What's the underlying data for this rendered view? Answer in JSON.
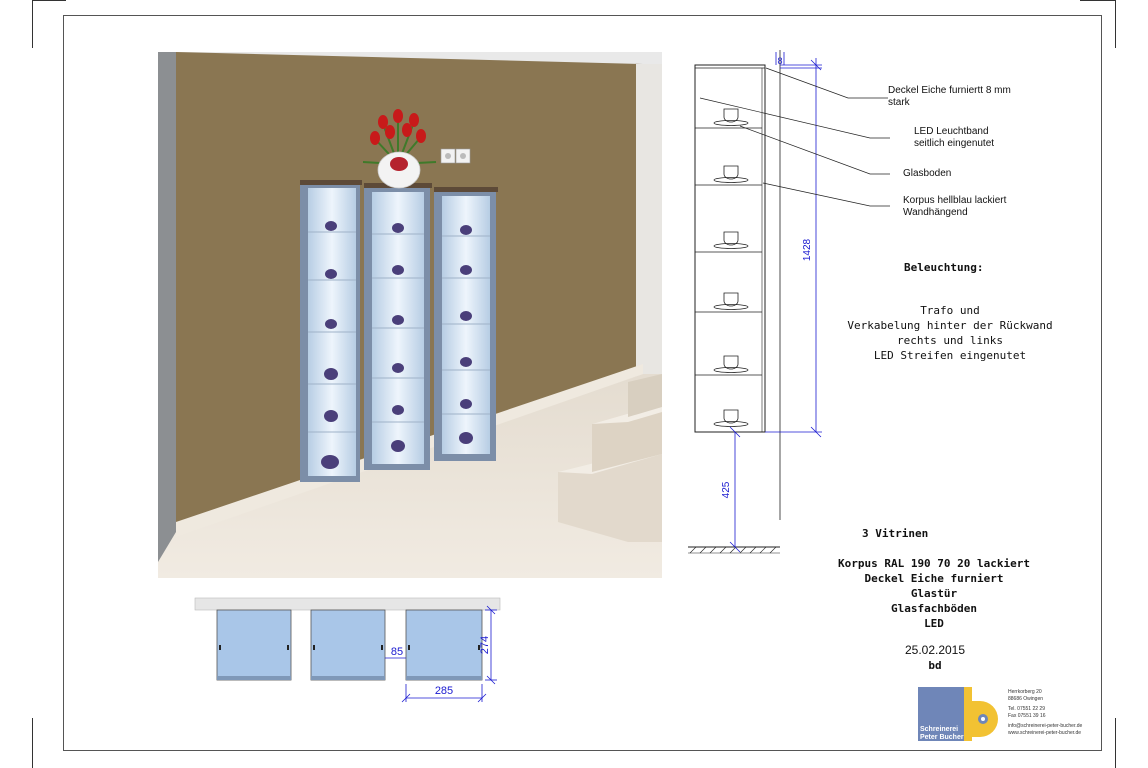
{
  "callouts": {
    "deckel_line1": "Deckel Eiche furniertt 8 mm",
    "deckel_line2": "stark",
    "led_line1": "LED Leuchtband",
    "led_line2": "seitlich eingenutet",
    "glasboden": "Glasboden",
    "korpus_line1": "Korpus hellblau lackiert",
    "korpus_line2": "Wandhängend"
  },
  "lighting": {
    "heading": "Beleuchtung:",
    "line1": "Trafo und",
    "line2": "Verkabelung hinter der Rückwand",
    "line3": "rechts und links",
    "line4": "LED Streifen eingenutet"
  },
  "spec": {
    "title": "3 Vitrinen",
    "line1": "Korpus RAL 190 70 20 lackiert",
    "line2": "Deckel Eiche furniert",
    "line3": "Glastür",
    "line4": "Glasfachböden",
    "line5": "LED",
    "date": "25.02.2015",
    "initials": "bd"
  },
  "dimensions": {
    "top": "8",
    "height": "1428",
    "floor": "425",
    "depth": "274",
    "gap": "85",
    "width": "285"
  },
  "logo": {
    "name_line1": "Schreinerei",
    "name_line2": "Peter Bucher",
    "address1": "Herrkorberg 20",
    "address2": "88686 Owingen",
    "tel": "Tel. 07551 22 29",
    "fax": "Fax 07551 39 16",
    "email": "info@schreinerei-peter-bucher.de",
    "web": "www.schreinerei-peter-bucher.de"
  },
  "colors": {
    "wall": "#8a7652",
    "cabinet": "#7c8ea8",
    "glass_light": "#dbe7f4",
    "dimension": "#1a1ad0",
    "logo_blue": "#6f86b8",
    "logo_yellow": "#f2c233"
  }
}
